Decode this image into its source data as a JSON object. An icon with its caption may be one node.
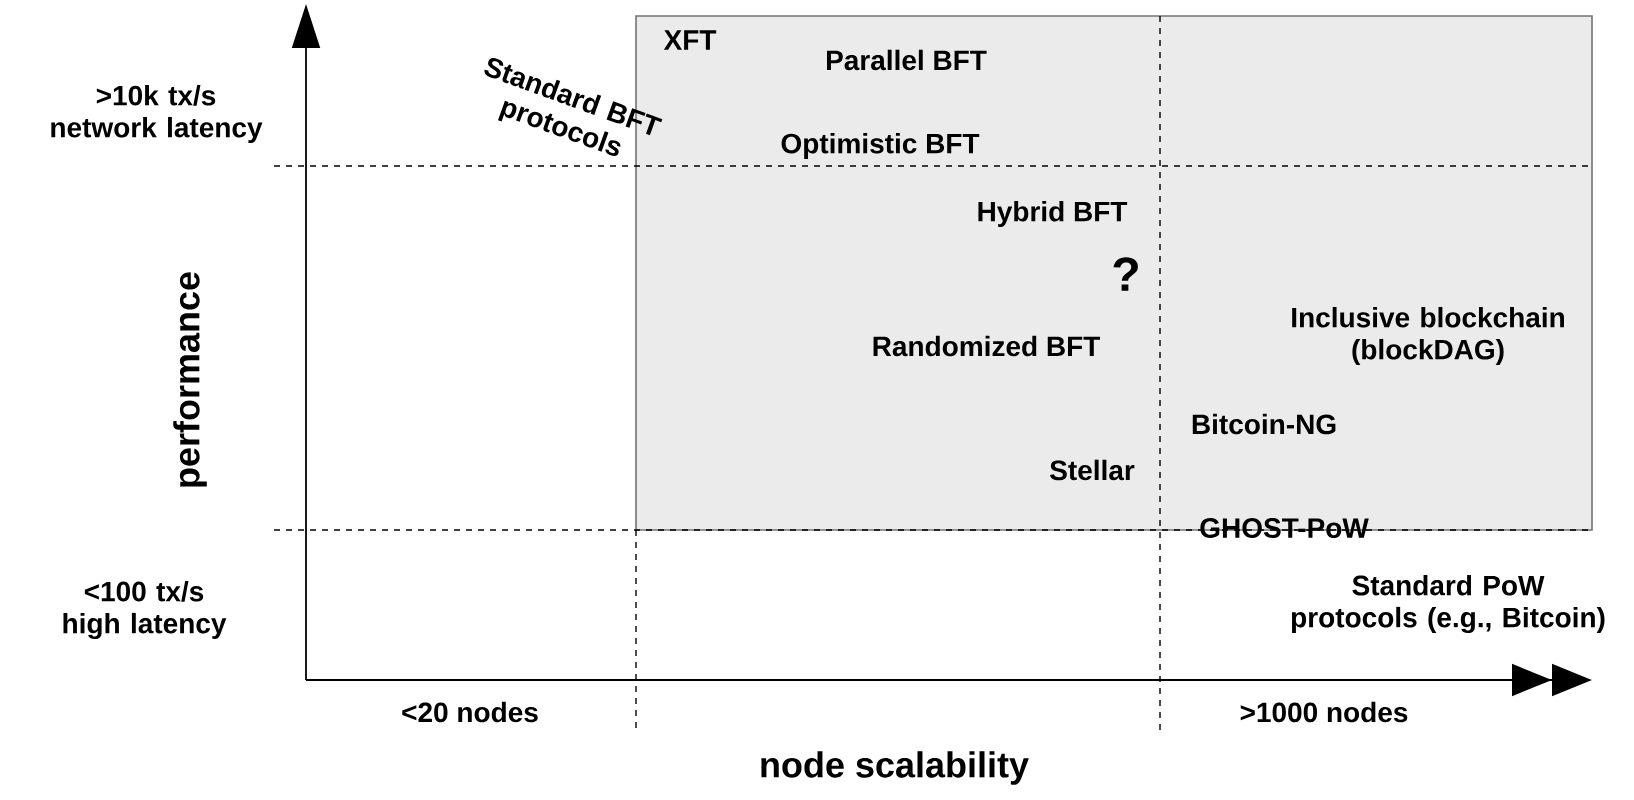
{
  "diagram": {
    "labels": [
      ">10k tx/s network latency",
      "Standard BFT protocols",
      "XFT",
      "Parallel BFT",
      "Optimistic BFT",
      "Hybrid BFT",
      "?",
      "Inclusive blockchain (blockDAG)",
      "Randomized BFT",
      "Bitcoin-NG",
      "Stellar",
      "GHOST-PoW",
      "performance",
      "<100 tx/s high latency",
      "Standard PoW protocols (e.g., Bitcoin)",
      "<20 nodes",
      ">1000 nodes",
      "node scalability"
    ]
  }
}
